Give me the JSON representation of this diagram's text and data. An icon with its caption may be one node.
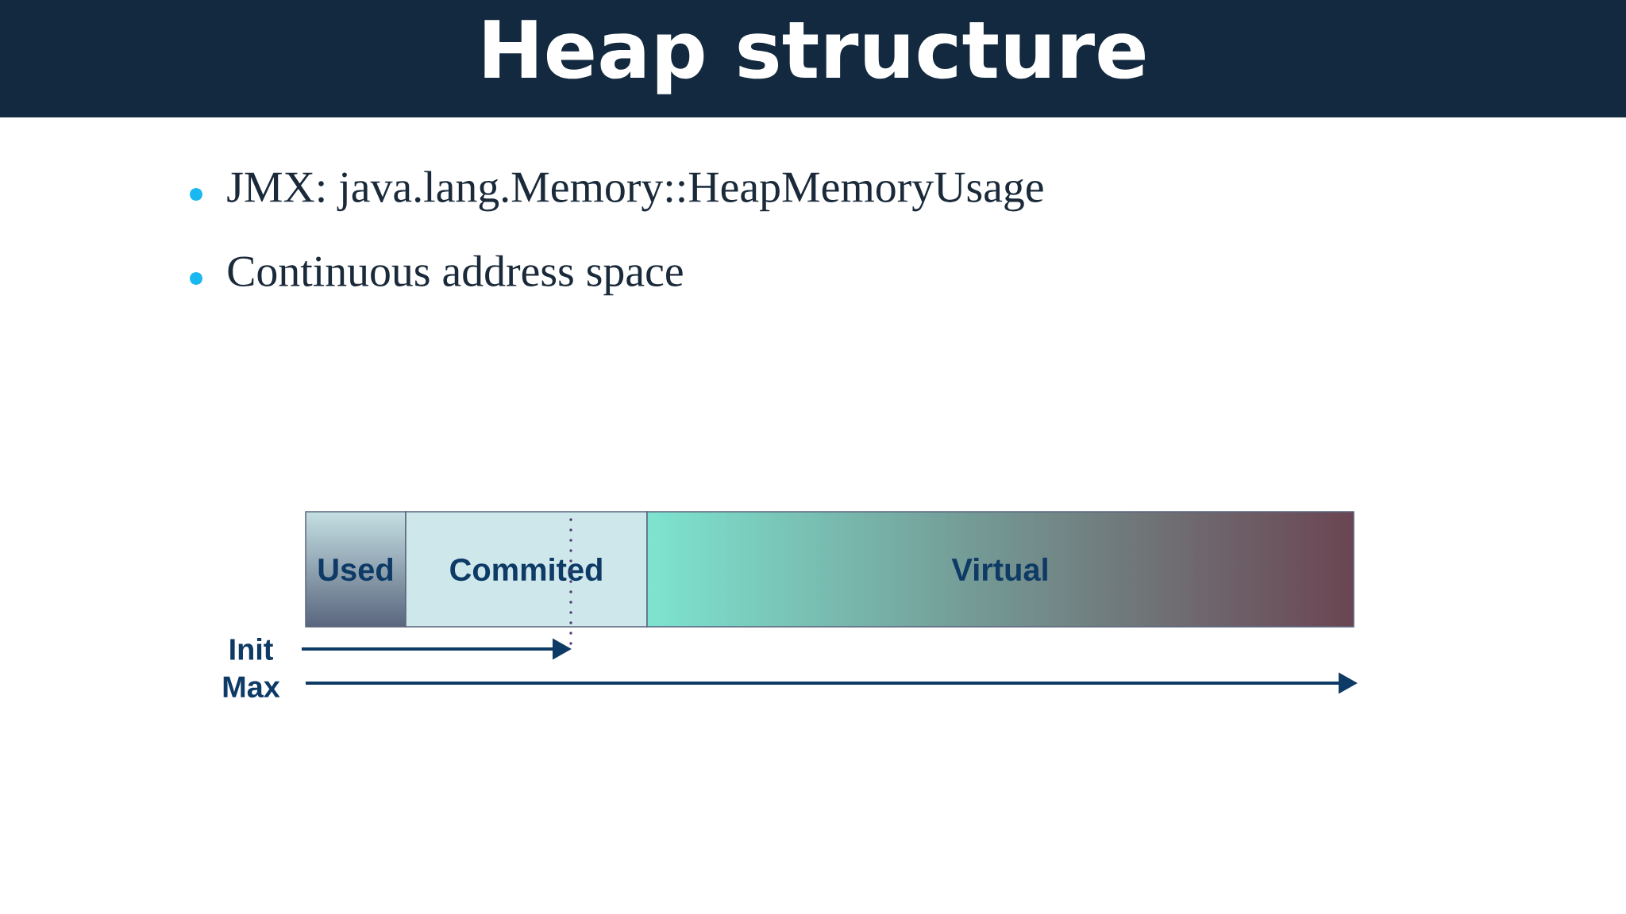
{
  "diagram": {
    "title": "Heap structure",
    "nodes": [
      {
        "text": [
          "Used"
        ]
      },
      {
        "text": [
          "Commited"
        ]
      },
      {
        "text": [
          "Virtual"
        ]
      }
    ],
    "labels": [
      "JMX: java.lang.Memory::HeapMemoryUsage",
      "Continuous address space",
      "Init",
      "Max"
    ]
  }
}
